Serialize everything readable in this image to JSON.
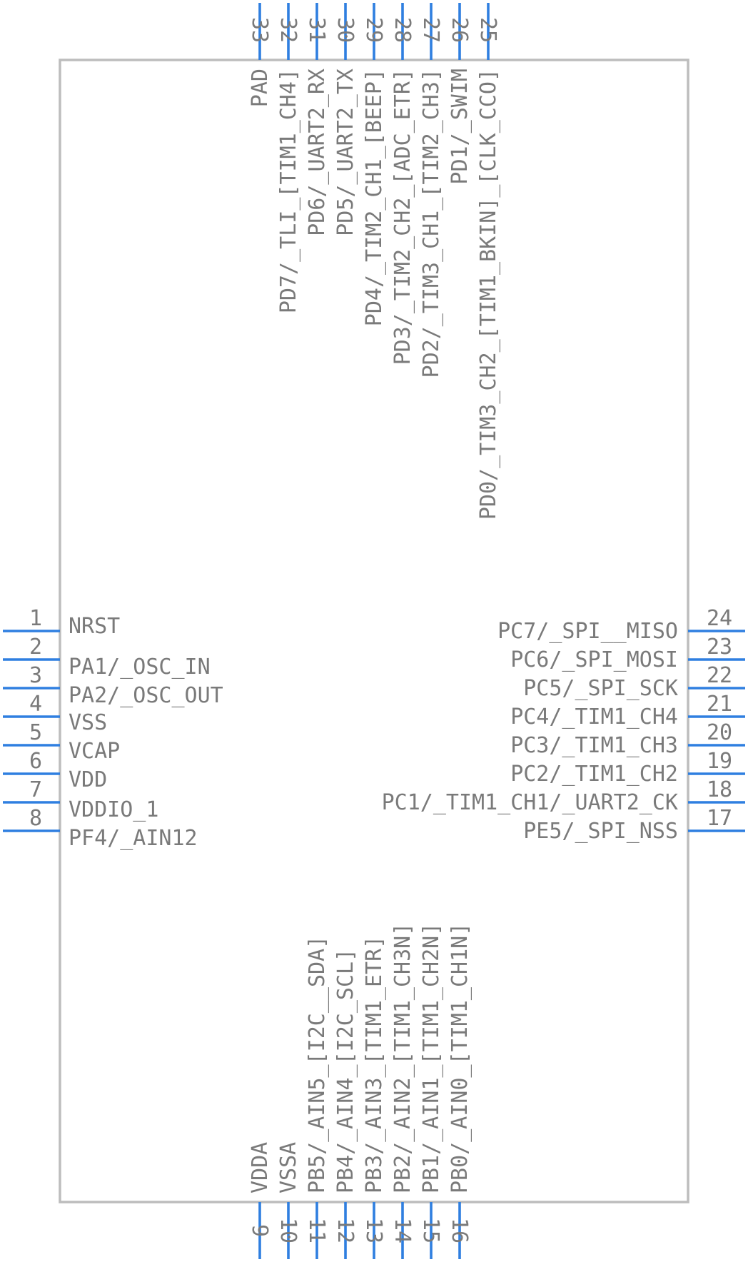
{
  "colors": {
    "pin": "#2f7fe0",
    "body_stroke": "#bdbdbd",
    "text": "#7a7a7a"
  },
  "left_pins": [
    {
      "num": "1",
      "label": "NRST"
    },
    {
      "num": "2",
      "label": "PA1/_OSC_IN"
    },
    {
      "num": "3",
      "label": "PA2/_OSC_OUT"
    },
    {
      "num": "4",
      "label": "VSS"
    },
    {
      "num": "5",
      "label": "VCAP"
    },
    {
      "num": "6",
      "label": "VDD"
    },
    {
      "num": "7",
      "label": "VDDIO_1"
    },
    {
      "num": "8",
      "label": "PF4/_AIN12"
    }
  ],
  "right_pins": [
    {
      "num": "24",
      "label": "PC7/_SPI__MISO"
    },
    {
      "num": "23",
      "label": "PC6/_SPI_MOSI"
    },
    {
      "num": "22",
      "label": "PC5/_SPI_SCK"
    },
    {
      "num": "21",
      "label": "PC4/_TIM1_CH4"
    },
    {
      "num": "20",
      "label": "PC3/_TIM1_CH3"
    },
    {
      "num": "19",
      "label": "PC2/_TIM1_CH2"
    },
    {
      "num": "18",
      "label": "PC1/_TIM1_CH1/_UART2_CK"
    },
    {
      "num": "17",
      "label": "PE5/_SPI_NSS"
    }
  ],
  "top_pins": [
    {
      "num": "33",
      "label": "PAD"
    },
    {
      "num": "32",
      "label": "PD7/_TLI_[TIM1_CH4]"
    },
    {
      "num": "31",
      "label": "PD6/_UART2_RX"
    },
    {
      "num": "30",
      "label": "PD5/_UART2_TX"
    },
    {
      "num": "29",
      "label": "PD4/_TIM2_CH1_[BEEP]"
    },
    {
      "num": "28",
      "label": "PD3/_TIM2_CH2_[ADC_ETR]"
    },
    {
      "num": "27",
      "label": "PD2/_TIM3_CH1_[TIM2_CH3]"
    },
    {
      "num": "26",
      "label": "PD1/_SWIM"
    },
    {
      "num": "25",
      "label": "PD0/_TIM3_CH2_[TIM1_BKIN]_[CLK_CCO]"
    }
  ],
  "bottom_pins": [
    {
      "num": "9",
      "label": "VDDA"
    },
    {
      "num": "10",
      "label": "VSSA"
    },
    {
      "num": "11",
      "label": "PB5/_AIN5_[I2C__SDA]"
    },
    {
      "num": "12",
      "label": "PB4/_AIN4_[I2C_SCL]"
    },
    {
      "num": "13",
      "label": "PB3/_AIN3_[TIM1_ETR]"
    },
    {
      "num": "14",
      "label": "PB2/_AIN2_[TIM1_CH3N]"
    },
    {
      "num": "15",
      "label": "PB1/_AIN1_[TIM1_CH2N]"
    },
    {
      "num": "16",
      "label": "PB0/_AIN0_[TIM1_CH1N]"
    }
  ]
}
